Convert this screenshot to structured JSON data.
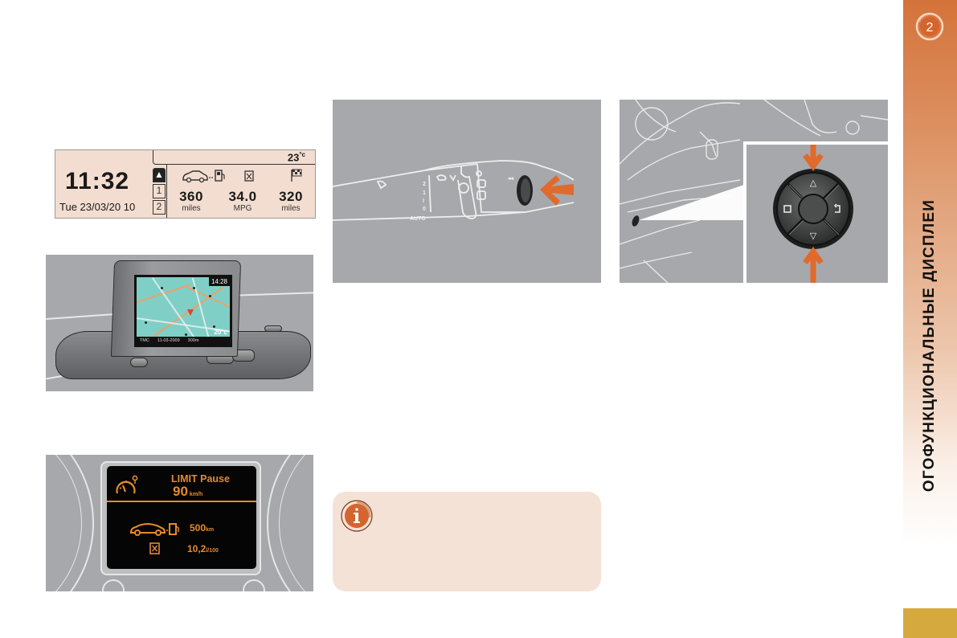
{
  "sidebar": {
    "chapter_number": "2",
    "vertical_title": "ОГОФУНКЦИОНАЛЬНЫЕ ДИСПЛЕИ",
    "accent_color": "#d4733a",
    "page_tab_color": "#d6a93e"
  },
  "monochrome_display": {
    "time": "11:32",
    "date": "Tue 23/03/20 10",
    "temperature": "23",
    "temperature_unit": "°c",
    "tabs": [
      "car-icon",
      "1",
      "2"
    ],
    "tab_labels": {
      "t1": "1",
      "t2": "2"
    },
    "icons": [
      "car-to-fuel-icon",
      "fuel-can-icon",
      "checkered-flag-icon"
    ],
    "values": [
      {
        "number": "360",
        "unit": "miles"
      },
      {
        "number": "34.0",
        "unit": "MPG"
      },
      {
        "number": "320",
        "unit": "miles"
      }
    ]
  },
  "navigation_screen": {
    "clock": "14:28",
    "status_bar": [
      "TMC",
      "11-03-2009",
      "300m"
    ],
    "outside_temp": "20°c"
  },
  "colour_cluster": {
    "limit_title": "LIMIT Pause",
    "limit_speed": "90",
    "limit_unit": "km/h",
    "range_value": "500",
    "range_unit": "km",
    "consumption_value": "10,2",
    "consumption_unit": "l/100",
    "text_color": "#e58a2c"
  },
  "wiper_stalk": {
    "positions": [
      "2",
      "1",
      "I",
      "0",
      "AUTO"
    ],
    "arrow_color": "#e06a2c"
  },
  "steering_control": {
    "up_symbol": "△",
    "down_symbol": "▽",
    "arrow_color": "#e06a2c"
  },
  "info_box": {
    "icon": "info-icon",
    "background": "#f4e2d6"
  }
}
